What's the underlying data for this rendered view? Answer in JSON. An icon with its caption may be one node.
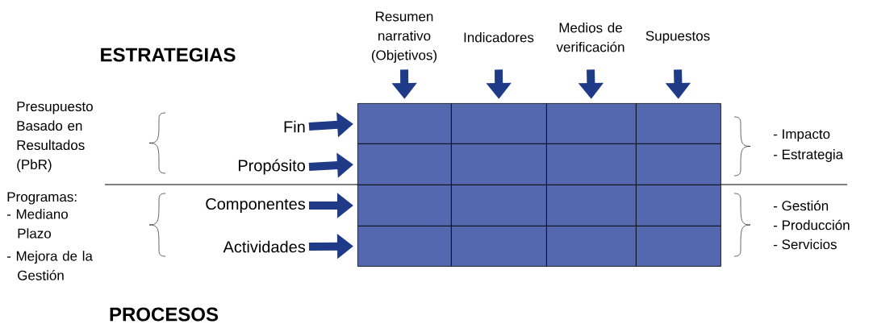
{
  "diagram": {
    "nodes": [
      {
        "text": [
          "Resumen narrativo (Objetivos)"
        ]
      },
      {
        "text": [
          "Indicadores"
        ]
      },
      {
        "text": [
          "Medios de verificación"
        ]
      },
      {
        "text": [
          "Supuestos"
        ]
      },
      {
        "text": [
          "Fin"
        ]
      },
      {
        "text": [
          "Propósito"
        ]
      },
      {
        "text": [
          "Componentes"
        ]
      },
      {
        "text": [
          "Actividades"
        ]
      },
      {
        "text": [],
        "shape": "box"
      },
      {
        "text": [],
        "shape": "box"
      },
      {
        "text": [],
        "shape": "box"
      },
      {
        "text": [],
        "shape": "box"
      },
      {
        "text": [],
        "shape": "box"
      },
      {
        "text": [],
        "shape": "box"
      },
      {
        "text": [],
        "shape": "box"
      },
      {
        "text": [],
        "shape": "box"
      },
      {
        "text": [],
        "shape": "box"
      },
      {
        "text": [],
        "shape": "box"
      },
      {
        "text": [],
        "shape": "box"
      },
      {
        "text": [],
        "shape": "box"
      },
      {
        "text": [],
        "shape": "box"
      },
      {
        "text": [],
        "shape": "box"
      },
      {
        "text": [],
        "shape": "box"
      },
      {
        "text": [],
        "shape": "box"
      }
    ],
    "edges": [
      {
        "from": 0,
        "to": 8,
        "arrow": "to"
      },
      {
        "from": 1,
        "to": 9,
        "arrow": "to"
      },
      {
        "from": 2,
        "to": 10,
        "arrow": "to"
      },
      {
        "from": 3,
        "to": 11,
        "arrow": "to"
      },
      {
        "from": 4,
        "to": 8,
        "arrow": "to"
      },
      {
        "from": 5,
        "to": 12,
        "arrow": "to"
      },
      {
        "from": 6,
        "to": 16,
        "arrow": "to"
      },
      {
        "from": 7,
        "to": 20,
        "arrow": "to"
      }
    ],
    "labels": [
      "ESTRATEGIAS",
      "Presupuesto Basado en Resultados (PbR)",
      "- Impacto",
      "- Estrategia",
      "Programas:",
      "- Mediano Plazo",
      "- Mejora de la Gestión",
      "- Gestión",
      "- Producción",
      "- Servicios",
      "PROCESOS"
    ]
  }
}
